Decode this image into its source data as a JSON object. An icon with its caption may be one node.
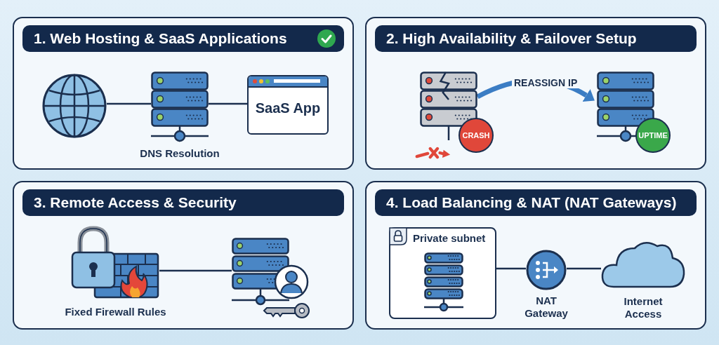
{
  "diagram": {
    "nodes": [
      {
        "text": [
          "1. Web Hosting & SaaS Applications"
        ]
      },
      {
        "text": [],
        "shape": "picture",
        "in": 0
      },
      {
        "text": [],
        "shape": "picture",
        "in": 0,
        "beside": [
          "DNS Resolution"
        ]
      },
      {
        "text": [
          "SaaS App"
        ],
        "in": 0
      },
      {
        "text": [
          "2. High Availability & Failover Setup"
        ]
      },
      {
        "text": [],
        "shape": "picture",
        "in": 4
      },
      {
        "text": [
          "CRASH"
        ],
        "in": 4
      },
      {
        "text": [],
        "shape": "picture",
        "in": 4
      },
      {
        "text": [
          "UPTIME"
        ],
        "in": 4
      },
      {
        "text": [
          "3. Remote Access & Security"
        ]
      },
      {
        "text": [],
        "shape": "picture",
        "in": 9,
        "beside": [
          "Fixed Firewall Rules"
        ]
      },
      {
        "text": [],
        "shape": "picture",
        "in": 9
      },
      {
        "text": [
          "4. Load Balancing & NAT (NAT Gateways)"
        ]
      },
      {
        "text": [
          "Private subnet"
        ],
        "in": 12
      },
      {
        "text": [],
        "shape": "picture",
        "in": 13
      },
      {
        "text": [],
        "shape": "circle",
        "in": 12,
        "beside": [
          "NAT Gateway"
        ]
      },
      {
        "text": [],
        "shape": "cloud",
        "in": 12,
        "beside": [
          "Internet Access"
        ]
      }
    ],
    "edges": [
      {
        "from": 1,
        "to": 2,
        "arrow": "none"
      },
      {
        "from": 2,
        "to": 3,
        "arrow": "none"
      },
      {
        "from": 5,
        "to": 7,
        "arrow": "to",
        "label": "REASSIGN IP",
        "style": "thick",
        "color": "#3b7dc4"
      },
      {
        "from": 10,
        "to": 11,
        "arrow": "none"
      },
      {
        "from": 13,
        "to": 15,
        "arrow": "none"
      },
      {
        "from": 15,
        "to": 16,
        "arrow": "none"
      }
    ]
  }
}
